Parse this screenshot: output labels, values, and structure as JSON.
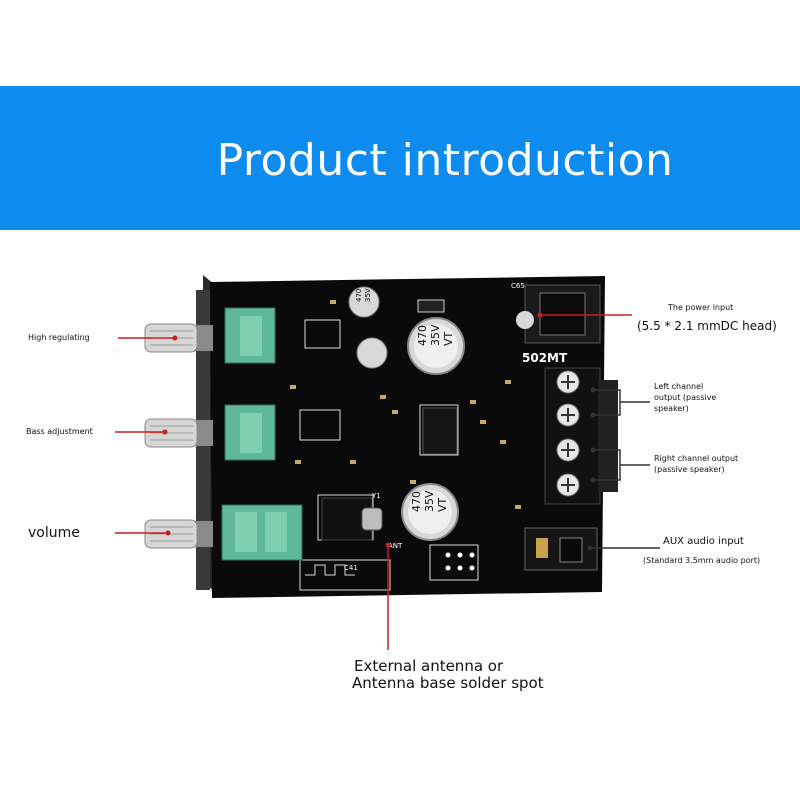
{
  "banner": {
    "title": "Product introduction",
    "color": "#0d8bef"
  },
  "labels": {
    "high": "High regulating",
    "bass": "Bass adjustment",
    "volume": "volume",
    "power_title": "The power input",
    "power_detail": "(5.5 * 2.1 mmDC head)",
    "left_channel": "Left channel output (passive speaker)",
    "right_channel": "Right channel output (passive speaker)",
    "aux_title": "AUX audio input",
    "aux_detail": "(Standard 3.5mm audio port)",
    "antenna_line1": "External antenna or",
    "antenna_line2": "Antenna base solder spot"
  },
  "board": {
    "model": "502MT",
    "cap_value": "470",
    "cap_voltage": "35V",
    "cap_series": "VT",
    "small_cap_value": "470",
    "small_cap_voltage": "35V",
    "c65": "C65",
    "ant": "ANT",
    "y1": "Y1",
    "c41": "C41"
  },
  "colors": {
    "pcb": "#0a0a0a",
    "pot": "#5fb89a",
    "pointer": "#c81e1e",
    "bracket": "#333333"
  }
}
